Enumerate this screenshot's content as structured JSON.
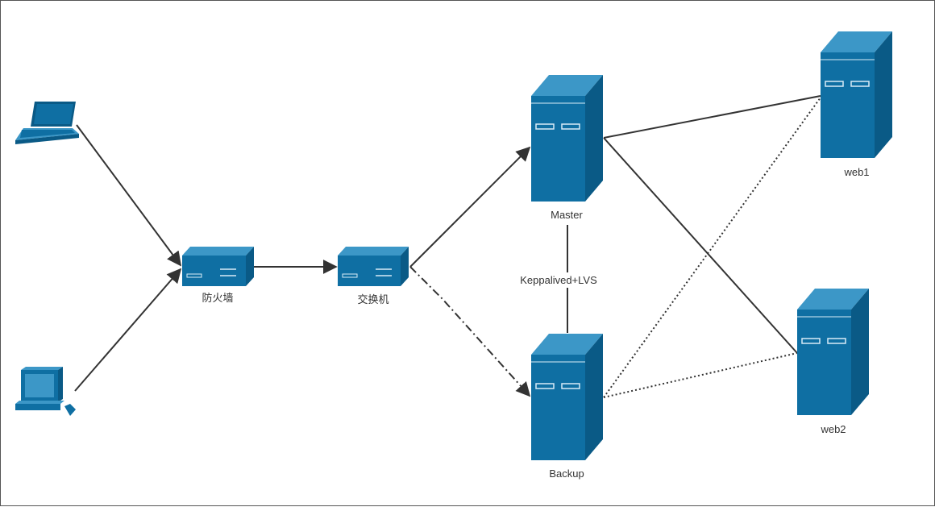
{
  "diagram": {
    "nodes": {
      "laptop": {
        "label": "",
        "icon": "laptop-icon"
      },
      "desktop": {
        "label": "",
        "icon": "desktop-computer-icon"
      },
      "firewall": {
        "label": "防火墙",
        "icon": "firewall-appliance-icon"
      },
      "switch": {
        "label": "交换机",
        "icon": "switch-appliance-icon"
      },
      "master": {
        "label": "Master",
        "icon": "server-tower-icon"
      },
      "backup": {
        "label": "Backup",
        "icon": "server-tower-icon"
      },
      "web1": {
        "label": "web1",
        "icon": "server-tower-icon"
      },
      "web2": {
        "label": "web2",
        "icon": "server-tower-icon"
      }
    },
    "edges": [
      {
        "from": "laptop",
        "to": "firewall",
        "style": "solid",
        "arrow": true
      },
      {
        "from": "desktop",
        "to": "firewall",
        "style": "solid",
        "arrow": true
      },
      {
        "from": "firewall",
        "to": "switch",
        "style": "solid",
        "arrow": true
      },
      {
        "from": "switch",
        "to": "master",
        "style": "solid",
        "arrow": true
      },
      {
        "from": "switch",
        "to": "backup",
        "style": "dash-dot",
        "arrow": true
      },
      {
        "from": "master",
        "to": "backup",
        "style": "solid",
        "arrow": false,
        "label": "Keppalived+LVS"
      },
      {
        "from": "master",
        "to": "web1",
        "style": "solid",
        "arrow": false
      },
      {
        "from": "master",
        "to": "web2",
        "style": "solid",
        "arrow": false
      },
      {
        "from": "backup",
        "to": "web1",
        "style": "dotted",
        "arrow": false
      },
      {
        "from": "backup",
        "to": "web2",
        "style": "dotted",
        "arrow": false
      }
    ],
    "colors": {
      "device_front": "#0f6fa3",
      "device_top": "#3c97c7",
      "device_side": "#0a5a86",
      "panel_light": "#d9ecf7",
      "line": "#333333",
      "label": "#333333"
    }
  }
}
